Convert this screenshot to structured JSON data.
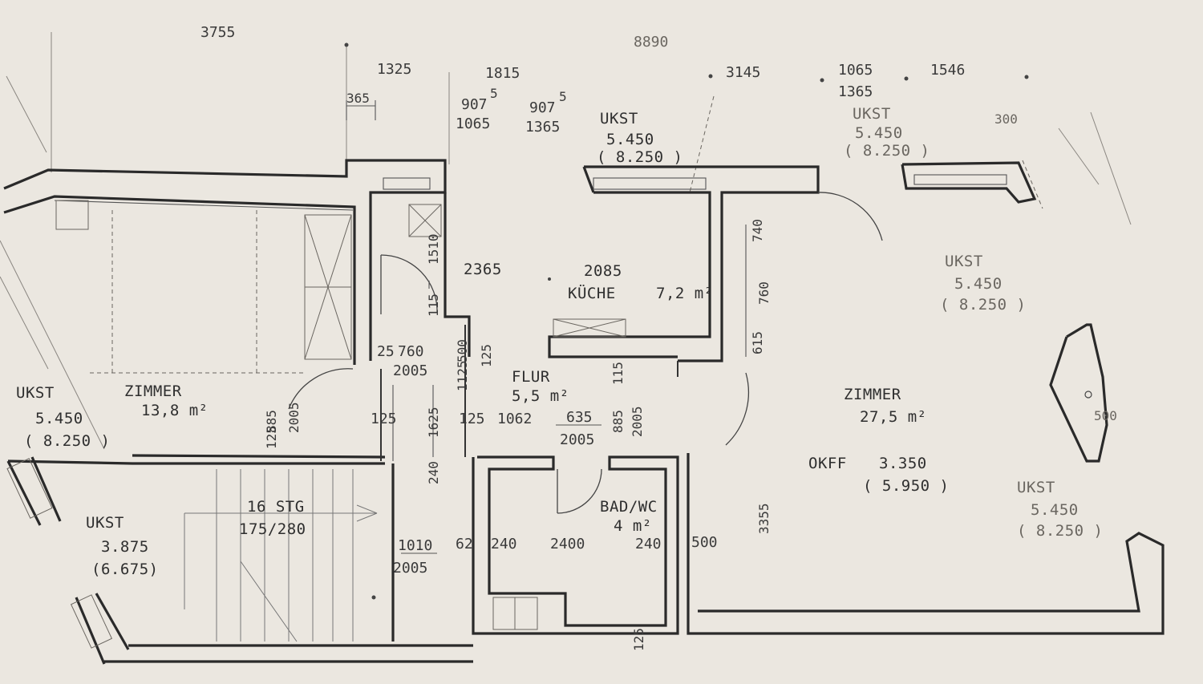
{
  "rooms": {
    "kueche": {
      "name": "KÜCHE",
      "area": "7,2 m²"
    },
    "zimmer_left": {
      "name": "ZIMMER",
      "area": "13,8 m²"
    },
    "zimmer_right": {
      "name": "ZIMMER",
      "area": "27,5 m²"
    },
    "flur": {
      "name": "FLUR",
      "area": "5,5 m²"
    },
    "bad": {
      "name": "BAD/WC",
      "area": "4 m²"
    },
    "stair": {
      "steps": "16 STG",
      "ratio": "175/280"
    }
  },
  "levels": {
    "ukst_top_mid": {
      "label": "UKST",
      "value": "5.450",
      "paren": "( 8.250 )"
    },
    "ukst_top_right": {
      "label": "UKST",
      "value": "5.450",
      "paren": "( 8.250 )"
    },
    "ukst_right": {
      "label": "UKST",
      "value": "5.450",
      "paren": "( 8.250 )"
    },
    "ukst_left": {
      "label": "UKST",
      "value": "5.450",
      "paren": "( 8.250 )"
    },
    "ukst_stair": {
      "label": "UKST",
      "value": "3.875",
      "paren": "(6.675)"
    },
    "ukst_lower_right": {
      "label": "UKST",
      "value": "5.450",
      "paren": "( 8.250 )"
    },
    "okff": {
      "label": "OKFF",
      "value": "3.350",
      "paren": "( 5.950 )"
    }
  },
  "dims": {
    "d3755": "3755",
    "d8890": "8890",
    "d1325": "1325",
    "d1815": "1815",
    "d3145": "3145",
    "d1065a": "1065",
    "d1365a": "1365",
    "d1546": "1546",
    "d365": "365",
    "d907a": "907",
    "d907b": "907",
    "sup5a": "5",
    "sup5b": "5",
    "d1065b": "1065",
    "d1365b": "1365",
    "d2365": "2365",
    "d2085": "2085",
    "d1510": "1510",
    "d115a": "115",
    "d760a": "760",
    "d760b": "760",
    "d740": "740",
    "d615": "615",
    "d125a": "125",
    "d2005a": "2005",
    "d25": "25",
    "d1125": "1125",
    "d500a": "500",
    "d1625": "1625",
    "d885a": "885",
    "d2005b": "2005",
    "d125b": "125",
    "d125c": "125",
    "d1062": "1062",
    "d635": "635",
    "d2005c": "2005",
    "d885b": "885",
    "d2005d": "2005",
    "d115b": "115",
    "d240a": "240",
    "d1010": "1010",
    "d2005e": "2005",
    "d62": "62",
    "d240b": "240",
    "d2400": "2400",
    "d240c": "240",
    "d500b": "500",
    "d3355": "3355",
    "d125d": "125",
    "d125e": "125",
    "d300": "300",
    "d500c": "500"
  }
}
